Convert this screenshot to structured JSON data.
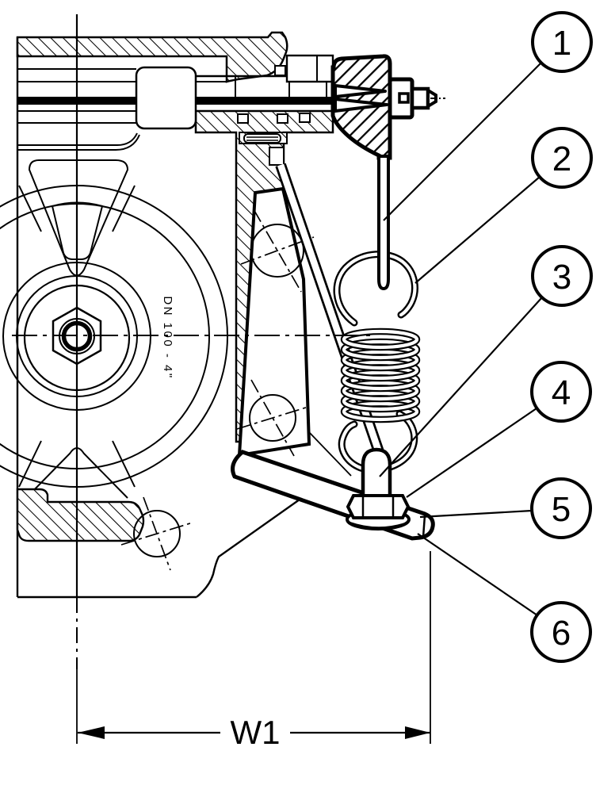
{
  "figure": {
    "background": "#ffffff",
    "line_color": "#000000",
    "callouts": [
      {
        "number": "1"
      },
      {
        "number": "2"
      },
      {
        "number": "3"
      },
      {
        "number": "4"
      },
      {
        "number": "5"
      },
      {
        "number": "6"
      }
    ],
    "dimension_label": "W1",
    "size_annotation": "DN 100 - 4\""
  }
}
